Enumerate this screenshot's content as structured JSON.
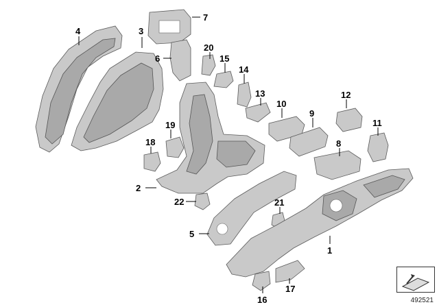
{
  "callouts": [
    {
      "id": "1",
      "text": "1"
    },
    {
      "id": "2",
      "text": "2"
    },
    {
      "id": "3",
      "text": "3"
    },
    {
      "id": "4",
      "text": "4"
    },
    {
      "id": "5",
      "text": "5"
    },
    {
      "id": "6",
      "text": "6"
    },
    {
      "id": "7",
      "text": "7"
    },
    {
      "id": "8",
      "text": "8"
    },
    {
      "id": "9",
      "text": "9"
    },
    {
      "id": "10",
      "text": "10"
    },
    {
      "id": "11",
      "text": "11"
    },
    {
      "id": "12",
      "text": "12"
    },
    {
      "id": "13",
      "text": "13"
    },
    {
      "id": "14",
      "text": "14"
    },
    {
      "id": "15",
      "text": "15"
    },
    {
      "id": "16",
      "text": "16"
    },
    {
      "id": "17",
      "text": "17"
    },
    {
      "id": "18",
      "text": "18"
    },
    {
      "id": "19",
      "text": "19"
    },
    {
      "id": "20",
      "text": "20"
    },
    {
      "id": "21",
      "text": "21"
    },
    {
      "id": "22",
      "text": "22"
    }
  ],
  "diagram_number": "492521",
  "icons": {
    "corner": "sheet-metal-part-icon"
  },
  "colors": {
    "part_fill": "#c9c9c9",
    "part_stroke": "#5a5a5a"
  }
}
